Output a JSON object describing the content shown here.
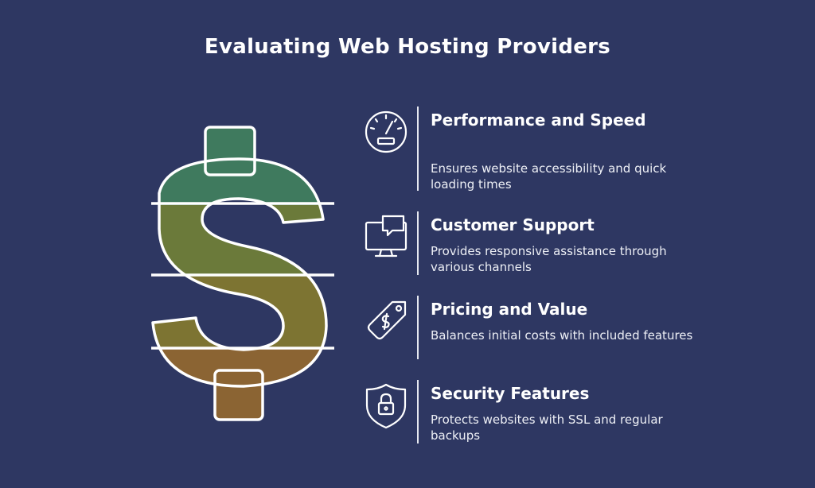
{
  "title": "Evaluating Web Hosting Providers",
  "graphic": {
    "symbol": "dollar-sign",
    "colors": [
      "#3f7a5e",
      "#6b7a3a",
      "#7d7432",
      "#8b6433"
    ]
  },
  "items": [
    {
      "icon": "speedometer-icon",
      "heading": "Performance and Speed",
      "description": "Ensures website accessibility and quick loading times"
    },
    {
      "icon": "monitor-chat-icon",
      "heading": "Customer Support",
      "description": "Provides responsive assistance through various channels"
    },
    {
      "icon": "price-tag-icon",
      "heading": "Pricing and Value",
      "description": "Balances initial costs with included features"
    },
    {
      "icon": "shield-lock-icon",
      "heading": "Security Features",
      "description": "Protects websites with SSL and regular backups"
    }
  ]
}
